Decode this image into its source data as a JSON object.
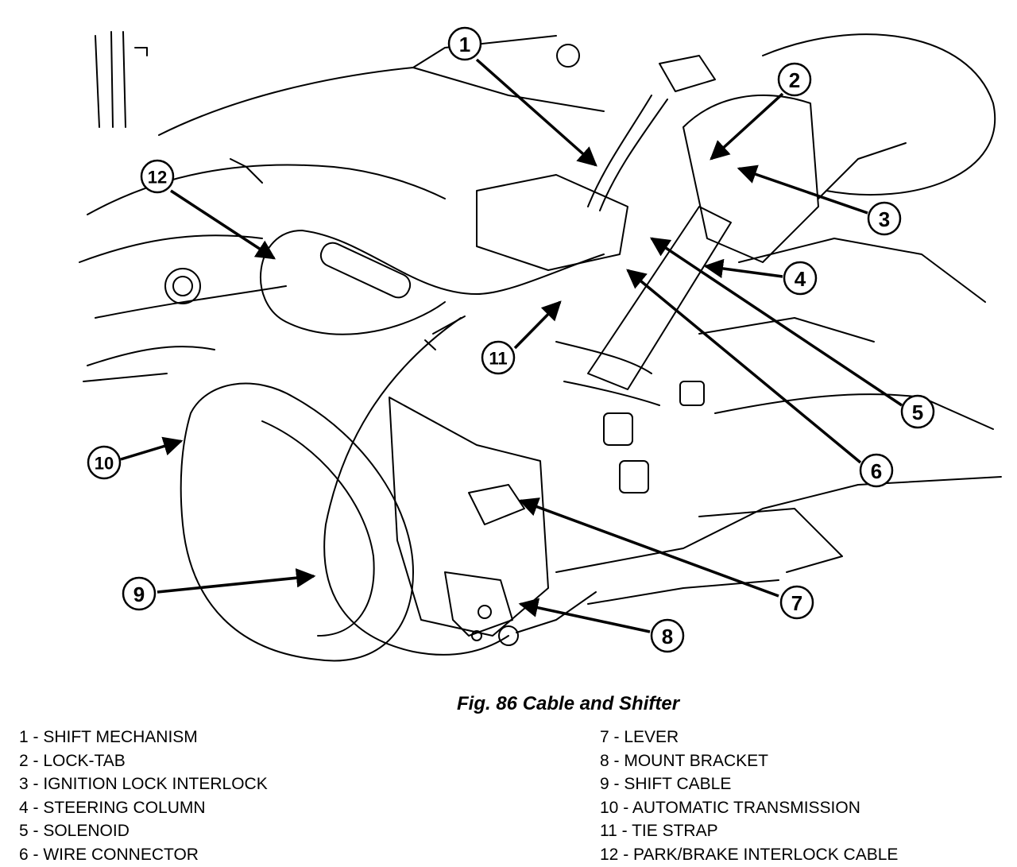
{
  "figure": {
    "caption": "Fig. 86 Cable and Shifter",
    "callouts": [
      "1",
      "2",
      "3",
      "4",
      "5",
      "6",
      "7",
      "8",
      "9",
      "10",
      "11",
      "12"
    ],
    "legend_left": [
      "1 - SHIFT MECHANISM",
      "2 - LOCK-TAB",
      "3 - IGNITION LOCK INTERLOCK",
      "4 - STEERING COLUMN",
      "5 - SOLENOID",
      "6 - WIRE CONNECTOR"
    ],
    "legend_right": [
      "7 - LEVER",
      "8 - MOUNT BRACKET",
      "9 - SHIFT CABLE",
      "10 - AUTOMATIC TRANSMISSION",
      "11 - TIE STRAP",
      "12 - PARK/BRAKE INTERLOCK CABLE"
    ]
  }
}
